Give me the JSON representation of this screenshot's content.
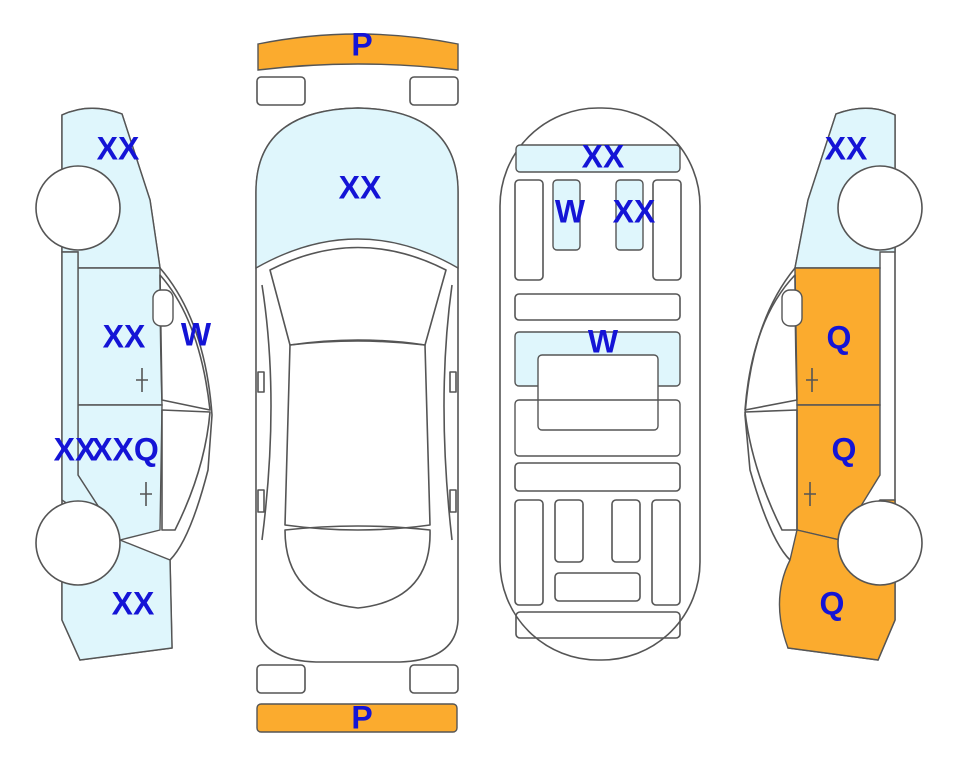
{
  "colors": {
    "panel_light": "#dff6fc",
    "panel_orange": "#fbab2e",
    "outline": "#555555",
    "label": "#1414d6"
  },
  "labels": {
    "front_bumper": "P",
    "rear_bumper": "P",
    "hood": "XX",
    "left_front_fender": "XX",
    "left_front_door": "XX",
    "left_pillar": "W",
    "left_rocker_a": "XX",
    "left_rocker_b": "XXQ",
    "left_rear_quarter": "XX",
    "roof_front": "XX",
    "roof_left": "W",
    "roof_right": "XX",
    "roof_center": "W",
    "right_front_fender": "XX",
    "right_front_door": "Q",
    "right_rear_door": "Q",
    "right_rear_quarter": "Q"
  }
}
